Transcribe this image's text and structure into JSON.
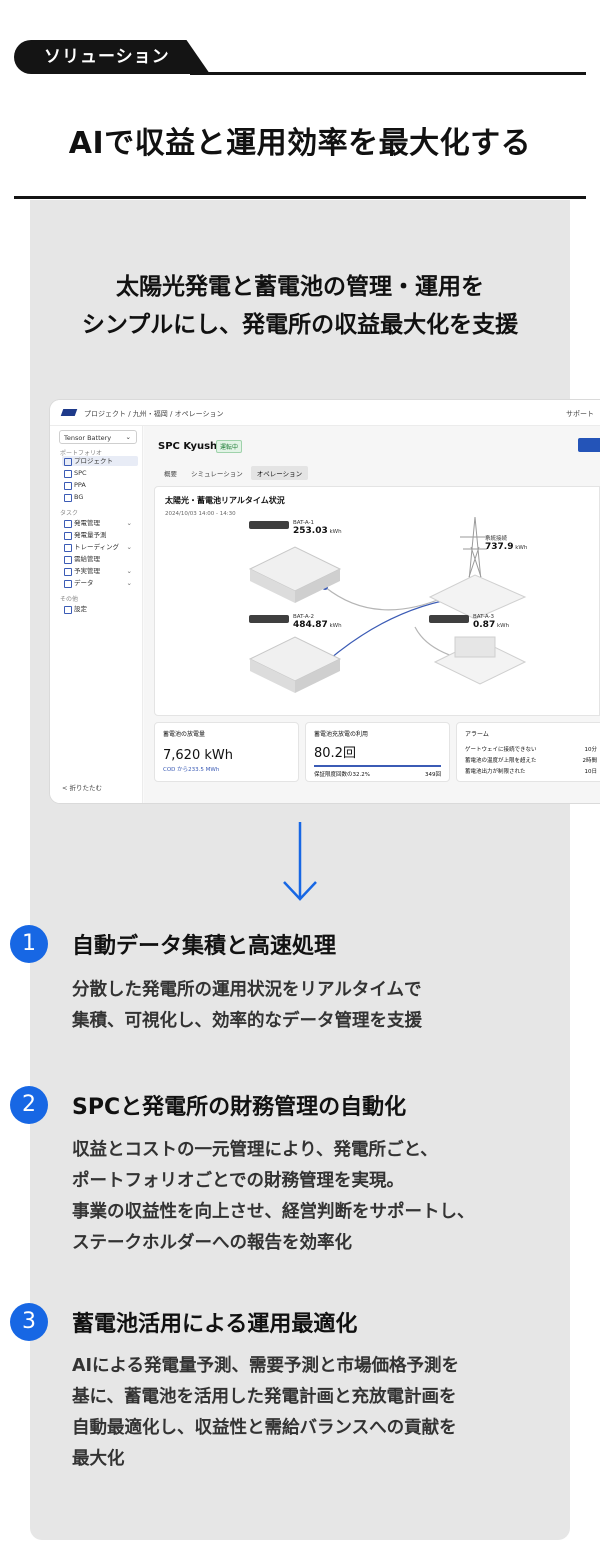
{
  "header": {
    "tag": "ソリューション",
    "title": "AIで収益と運用効率を最大化する"
  },
  "lead": {
    "line1": "太陽光発電と蓄電池の管理・運用を",
    "line2": "シンプルにし、発電所の収益最大化を支援"
  },
  "dashboard": {
    "breadcrumb": "プロジェクト / 九州・福岡 / オペレーション",
    "support": "サポート",
    "org_select": "Tensor Battery",
    "sidebar": {
      "portfolio_label": "ポートフォリオ",
      "portfolio_items": [
        "プロジェクト",
        "SPC",
        "PPA",
        "BG"
      ],
      "task_label": "タスク",
      "task_items": [
        "発電管理",
        "発電量予測",
        "トレーディング",
        "需給管理",
        "予実管理",
        "データ"
      ],
      "other_label": "その他",
      "other_items": [
        "設定"
      ],
      "collapse": "< 折りたたむ"
    },
    "project_name": "SPC Kyushu",
    "status_badge": "運転中",
    "tabs": [
      "概要",
      "シミュレーション",
      "オペレーション"
    ],
    "active_tab": "オペレーション",
    "realtime": {
      "title": "太陽光・蓄電池リアルタイム状況",
      "datetime": "2024/10/03 14:00 - 14:30",
      "nodes": [
        {
          "id": "BAT-A-1",
          "value": "253.03",
          "unit": "kWh"
        },
        {
          "id": "BAT-A-2",
          "value": "484.87",
          "unit": "kWh"
        },
        {
          "id": "BAT-A-3",
          "value": "0.87",
          "unit": "kWh"
        },
        {
          "id": "系統接続",
          "value": "737.9",
          "unit": "kWh"
        }
      ]
    },
    "kpis": [
      {
        "label": "蓄電池の放電量",
        "value": "7,620 kWh",
        "sub": "COD から233.5 MWh"
      },
      {
        "label": "蓄電池充放電の利用",
        "value": "80.2回",
        "sub_left": "保証限度回数の32.2%",
        "sub_right": "349回"
      }
    ],
    "alarms": {
      "label": "アラーム",
      "rows": [
        {
          "text": "ゲートウェイに接続できない",
          "time": "10分"
        },
        {
          "text": "蓄電池の温度が上限を超えた",
          "time": "2時間"
        },
        {
          "text": "蓄電池出力が制限された",
          "time": "10日"
        }
      ]
    }
  },
  "features": [
    {
      "number": "1",
      "title": "自動データ集積と高速処理",
      "lines": [
        "分散した発電所の運用状況をリアルタイムで",
        "集積、可視化し、効率的なデータ管理を支援"
      ]
    },
    {
      "number": "2",
      "title": "SPCと発電所の財務管理の自動化",
      "lines": [
        "収益とコストの一元管理により、発電所ごと、",
        "ポートフォリオごとでの財務管理を実現。",
        "事業の収益性を向上させ、経営判断をサポートし、",
        "ステークホルダーへの報告を効率化"
      ]
    },
    {
      "number": "3",
      "title": "蓄電池活用による運用最適化",
      "lines": [
        "AIによる発電量予測、需要予測と市場価格予測を",
        "基に、蓄電池を活用した発電計画と充放電計画を",
        "自動最適化し、収益性と需給バランスへの貢献を",
        "最大化"
      ]
    }
  ],
  "colors": {
    "accent": "#1767e4",
    "dark": "#141414",
    "panel": "#e6e6e6"
  }
}
